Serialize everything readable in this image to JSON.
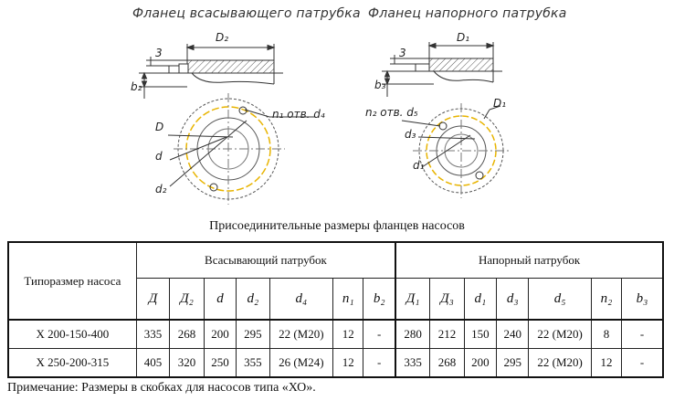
{
  "drawings": {
    "suction_title": "Фланец всасывающего патрубка",
    "discharge_title": "Фланец напорного патрубка",
    "suction_labels": {
      "D2": "D₂",
      "three": "3",
      "b2": "b₂",
      "holes": "n₁ отв. d₄",
      "D": "D",
      "d": "d",
      "d2": "d₂"
    },
    "discharge_labels": {
      "D1top": "D₁",
      "three": "3",
      "b3": "b₃",
      "holes": "n₂ отв. d₅",
      "D1": "D₁",
      "d3": "d₃",
      "d1": "d₁"
    }
  },
  "table": {
    "caption": "Присоединительные размеры фланцев насосов",
    "col_type": "Типоразмер насоса",
    "group_suction": "Всасывающий патрубок",
    "group_discharge": "Напорный патрубок",
    "suction_headers": [
      "Д",
      "Д₂",
      "d",
      "d₂",
      "d₄",
      "n₁",
      "b₂"
    ],
    "discharge_headers": [
      "Д₁",
      "Д₃",
      "d₁",
      "d₃",
      "d₅",
      "n₂",
      "b₃"
    ],
    "rows": [
      {
        "type": "Х 200-150-400",
        "suction": [
          "335",
          "268",
          "200",
          "295",
          "22 (М20)",
          "12",
          "-"
        ],
        "discharge": [
          "280",
          "212",
          "150",
          "240",
          "22 (М20)",
          "8",
          "-"
        ]
      },
      {
        "type": "Х 250-200-315",
        "suction": [
          "405",
          "320",
          "250",
          "355",
          "26 (М24)",
          "12",
          "-"
        ],
        "discharge": [
          "335",
          "268",
          "200",
          "295",
          "22 (М20)",
          "12",
          "-"
        ]
      }
    ]
  },
  "note": "Примечание: Размеры в скобках для насосов типа «ХО».",
  "colors": {
    "bolt_circle": "#e8b400",
    "line": "#333333"
  }
}
